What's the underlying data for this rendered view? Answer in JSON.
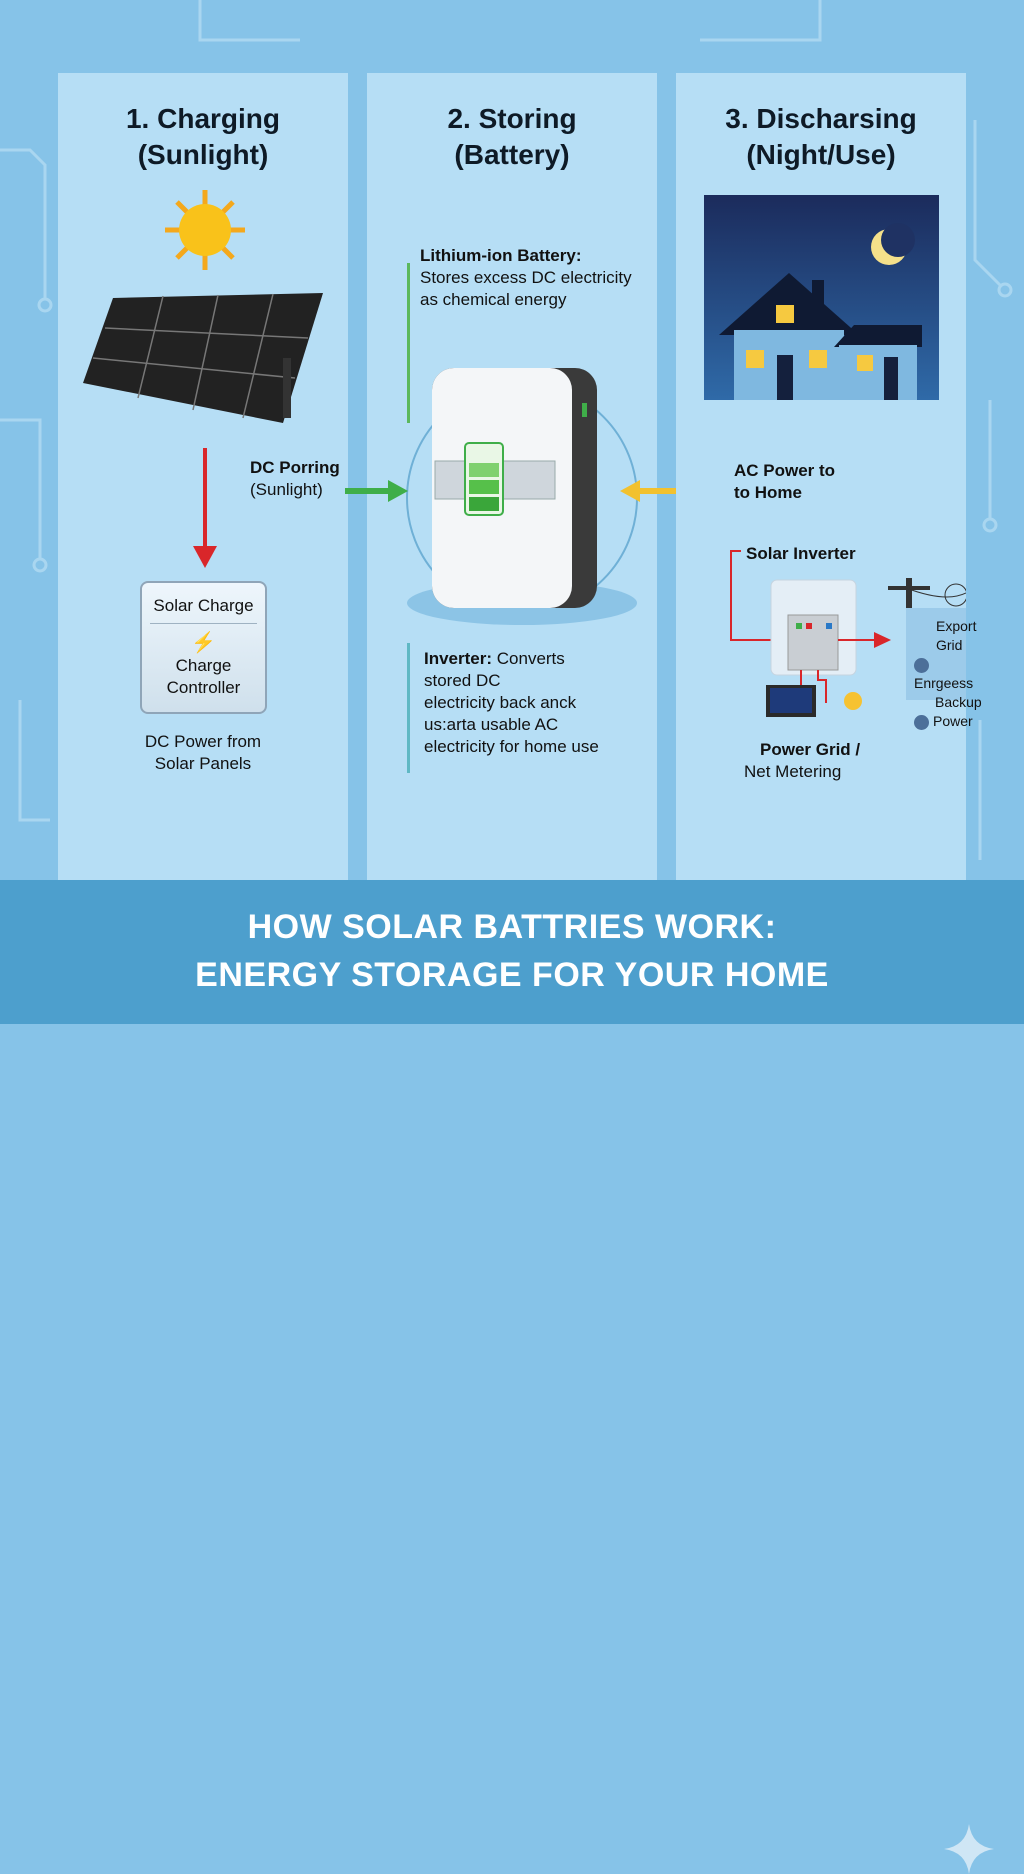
{
  "panels": [
    {
      "title_line1": "1. Charging",
      "title_line2": "(Sunlight)"
    },
    {
      "title_line1": "2. Storing",
      "title_line2": "(Battery)"
    },
    {
      "title_line1": "3. Discharsing",
      "title_line2": "(Night/Use)"
    }
  ],
  "charging": {
    "controller_title": "Solar Charge",
    "controller_name_1": "Charge",
    "controller_name_2": "Controller",
    "dc_power_1": "DC Power from",
    "dc_power_2": "Solar Panels"
  },
  "flow": {
    "dc_label_1": "DC Porring",
    "dc_label_2": "(Sunlight)",
    "ac_label_1": "AC Power to",
    "ac_label_2": "to Home"
  },
  "storing": {
    "battery_title": "Lithium-ion Battery:",
    "battery_desc_1": "Stores excess DC electricity",
    "battery_desc_2": "as chemical energy",
    "inverter_title": "Inverter:",
    "inverter_desc_1": " Converts",
    "inverter_desc_2": "stored DC",
    "inverter_desc_3": "electricity back anck",
    "inverter_desc_4": "us:arta usable AC",
    "inverter_desc_5": "electricity for home use"
  },
  "discharging": {
    "inverter_label": "Solar Inverter",
    "export_grid": "Export Grid",
    "export_item_1": "Enrgeess",
    "export_item_2": "Backup",
    "export_item_3": "Power",
    "grid_label_1": "Power Grid /",
    "grid_label_2": "Net Metering"
  },
  "banner": {
    "line1": "HOW SOLAR BATTRIES WORK:",
    "line2": "ENERGY STORAGE FOR YOUR HOME"
  },
  "colors": {
    "background": "#86c3e8",
    "panel": "#b6def5",
    "banner": "#4d9fcd",
    "arrow_red": "#d9262a",
    "arrow_green": "#3fae49",
    "arrow_yellow": "#f2c12e"
  }
}
